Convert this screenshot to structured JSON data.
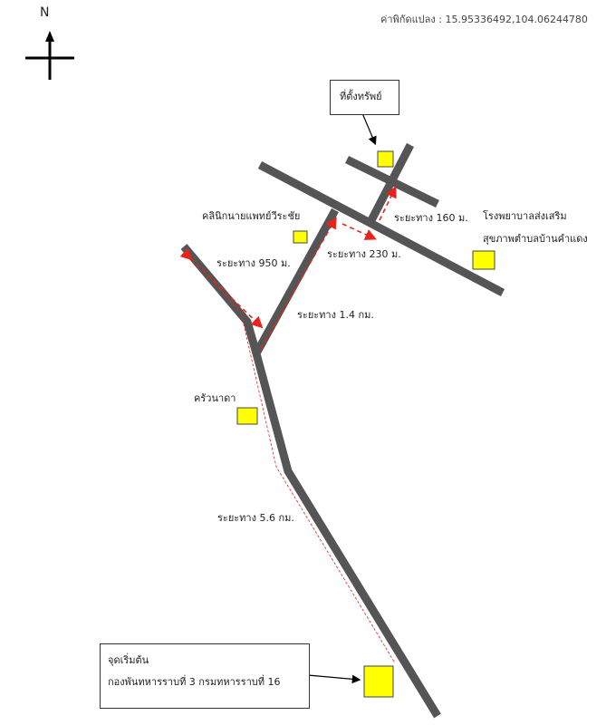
{
  "compass": {
    "north_label": "N"
  },
  "coordinates": "ค่าพิกัดแปลง : 15.95336492,104.06244780",
  "property_label": "ที่ตั้งทรัพย์",
  "landmarks": {
    "clinic": "คลินิกนายแพทย์วีระชัย",
    "hospital_line1": "โรงพยาบาลส่งเสริม",
    "hospital_line2": "สุขภาพตำบลบ้านคำแดง",
    "restaurant": "ครัวนาดา"
  },
  "distances": {
    "d160": "ระยะทาง 160 ม.",
    "d230": "ระยะทาง 230 ม.",
    "d950": "ระยะทาง 950 ม.",
    "d14": "ระยะทาง 1.4 กม.",
    "d56": "ระยะทาง 5.6 กม."
  },
  "start": {
    "title": "จุดเริ่มต้น",
    "place": "กองพันทหารราบที่ 3 กรมทหารราบที่ 16"
  },
  "colors": {
    "road": "#555555",
    "marker": "#ffff00",
    "route": "#e8221c"
  }
}
